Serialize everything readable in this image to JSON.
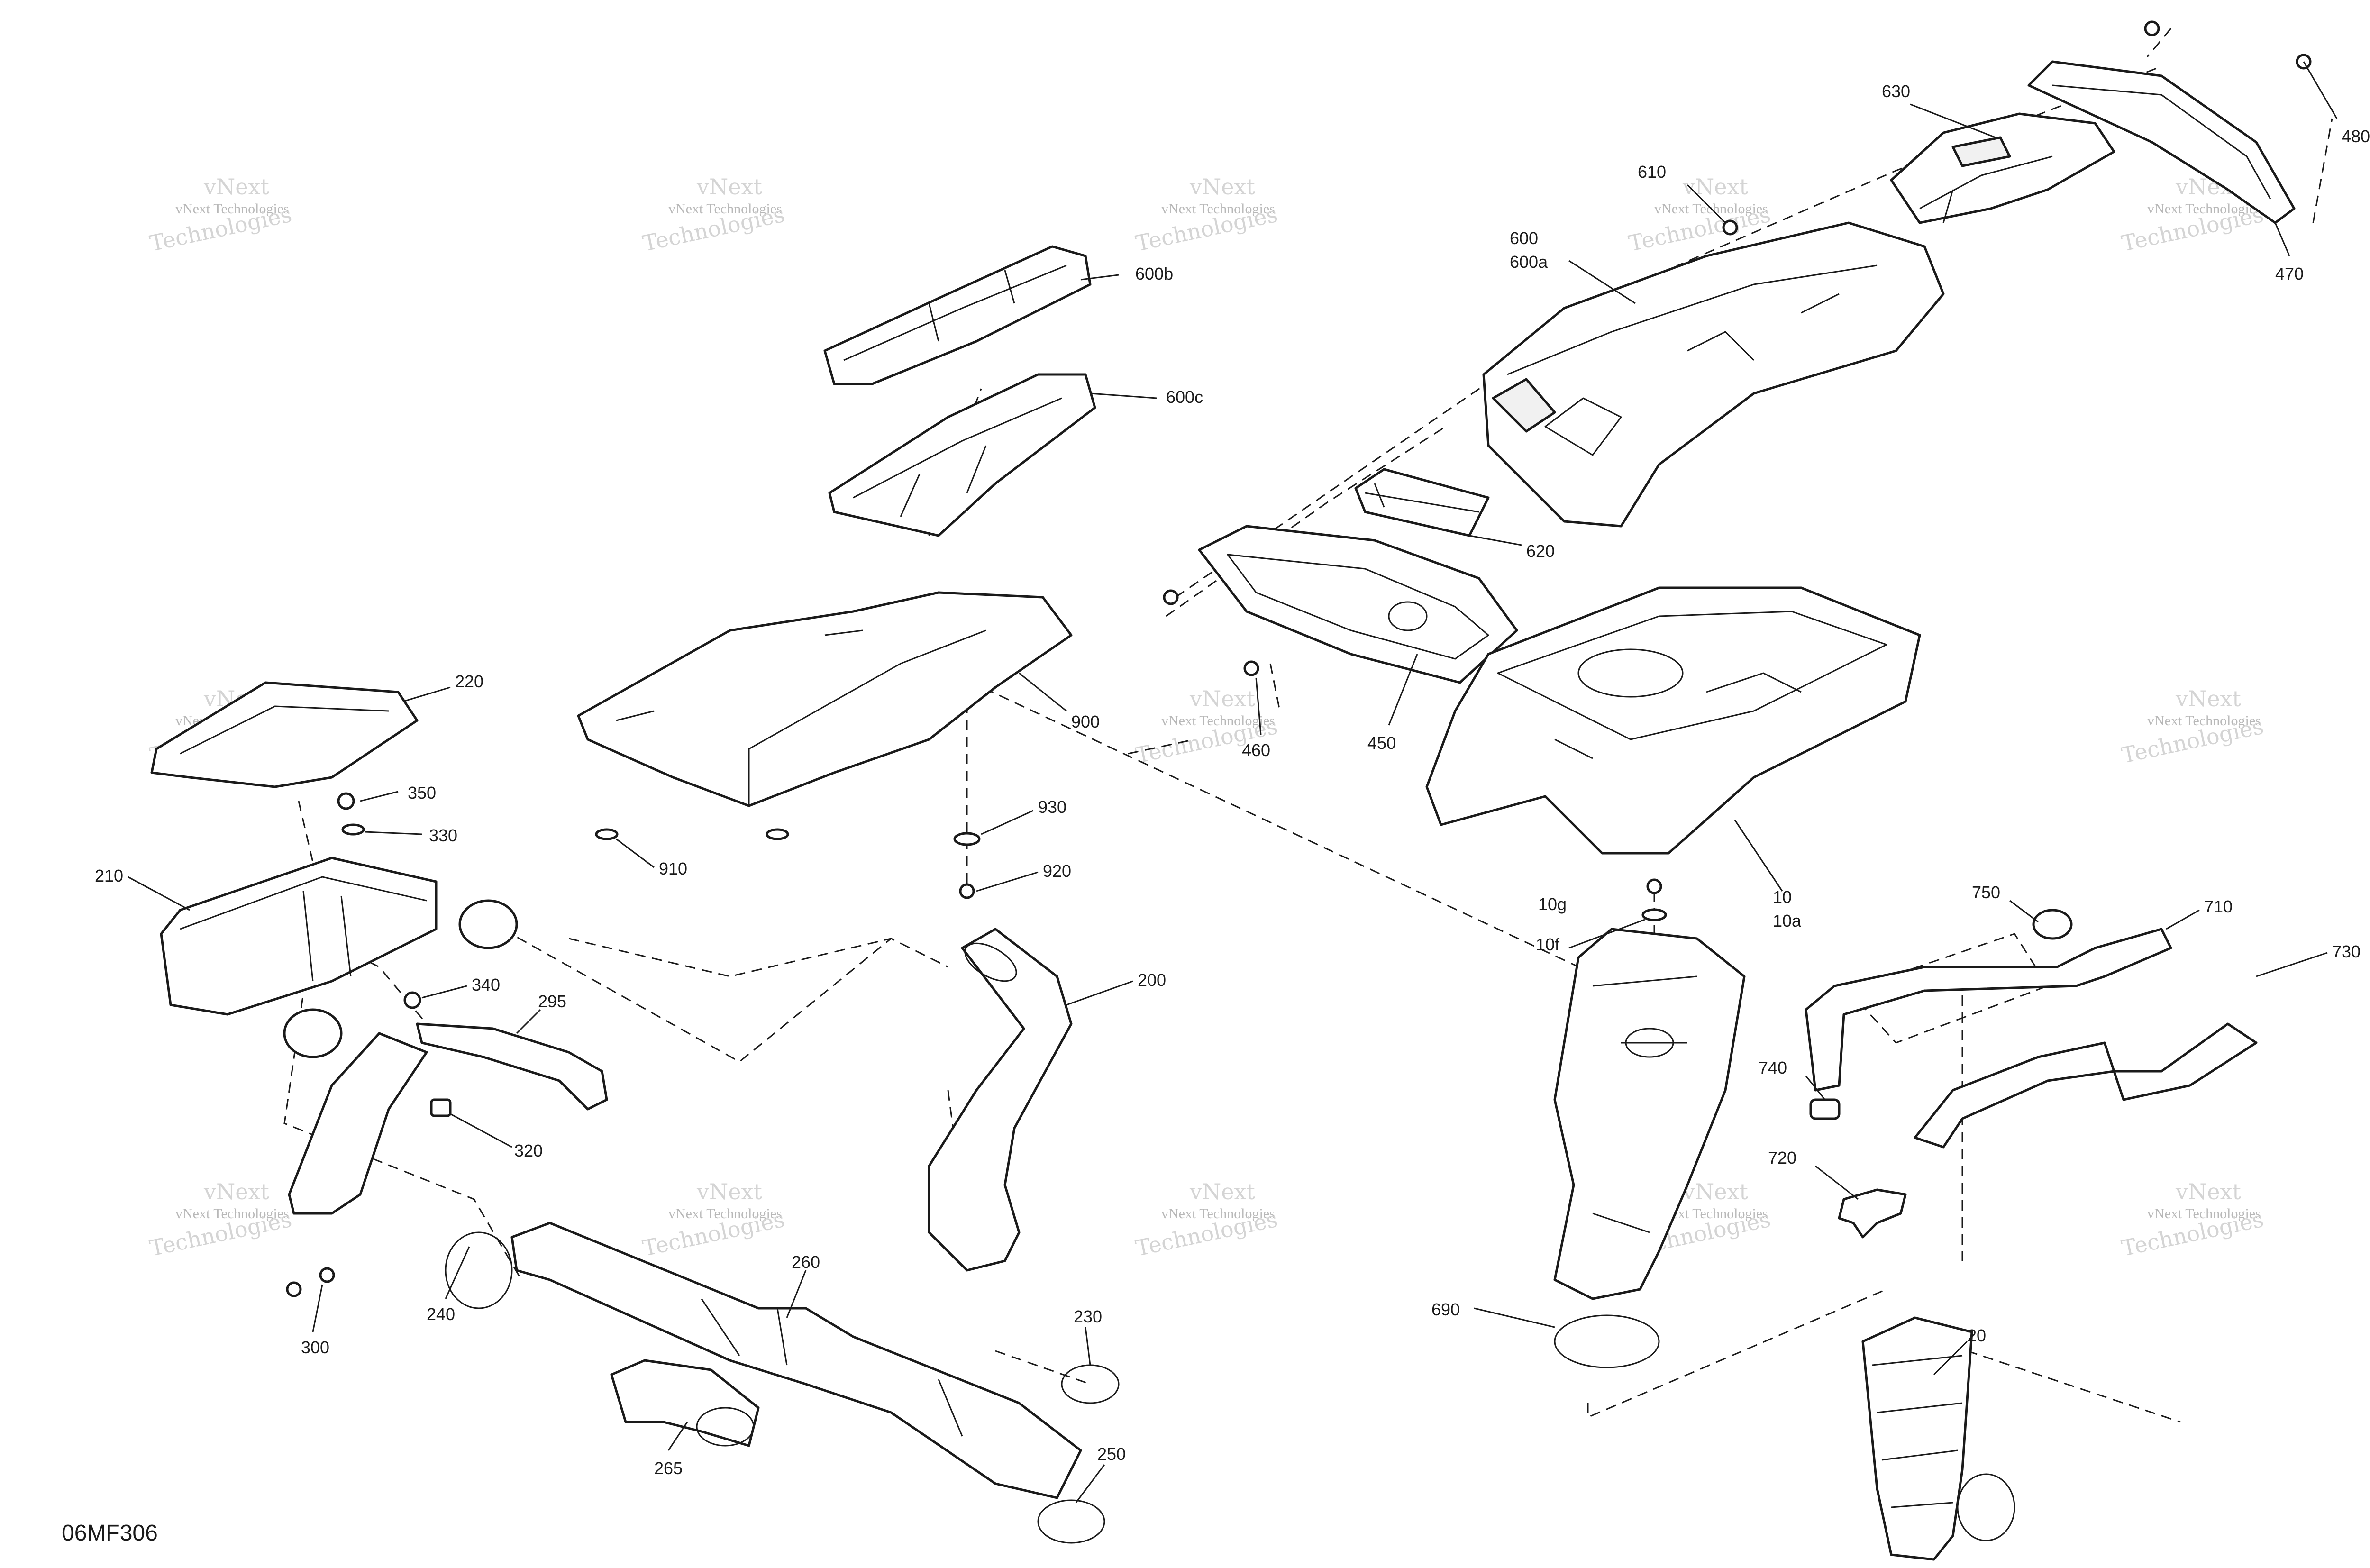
{
  "diagram_code": "06MF306",
  "watermark": {
    "line1": "vNext Technologies",
    "line2": "vNext",
    "line3": "Technologies"
  },
  "callouts": [
    {
      "id": "480",
      "label": "480"
    },
    {
      "id": "630",
      "label": "630"
    },
    {
      "id": "610",
      "label": "610"
    },
    {
      "id": "600",
      "label": "600"
    },
    {
      "id": "600a",
      "label": "600a"
    },
    {
      "id": "470",
      "label": "470"
    },
    {
      "id": "600b",
      "label": "600b"
    },
    {
      "id": "600c",
      "label": "600c"
    },
    {
      "id": "620",
      "label": "620"
    },
    {
      "id": "450",
      "label": "450"
    },
    {
      "id": "460",
      "label": "460"
    },
    {
      "id": "900",
      "label": "900"
    },
    {
      "id": "220",
      "label": "220"
    },
    {
      "id": "350",
      "label": "350"
    },
    {
      "id": "330",
      "label": "330"
    },
    {
      "id": "210",
      "label": "210"
    },
    {
      "id": "910",
      "label": "910"
    },
    {
      "id": "930",
      "label": "930"
    },
    {
      "id": "920",
      "label": "920"
    },
    {
      "id": "10g",
      "label": "10g"
    },
    {
      "id": "10f",
      "label": "10f"
    },
    {
      "id": "10",
      "label": "10"
    },
    {
      "id": "10a",
      "label": "10a"
    },
    {
      "id": "750",
      "label": "750"
    },
    {
      "id": "710",
      "label": "710"
    },
    {
      "id": "730",
      "label": "730"
    },
    {
      "id": "340",
      "label": "340"
    },
    {
      "id": "295",
      "label": "295"
    },
    {
      "id": "200",
      "label": "200"
    },
    {
      "id": "320",
      "label": "320"
    },
    {
      "id": "740",
      "label": "740"
    },
    {
      "id": "720",
      "label": "720"
    },
    {
      "id": "240",
      "label": "240"
    },
    {
      "id": "260",
      "label": "260"
    },
    {
      "id": "300",
      "label": "300"
    },
    {
      "id": "230",
      "label": "230"
    },
    {
      "id": "690",
      "label": "690"
    },
    {
      "id": "20",
      "label": "20"
    },
    {
      "id": "265",
      "label": "265"
    },
    {
      "id": "250",
      "label": "250"
    }
  ]
}
